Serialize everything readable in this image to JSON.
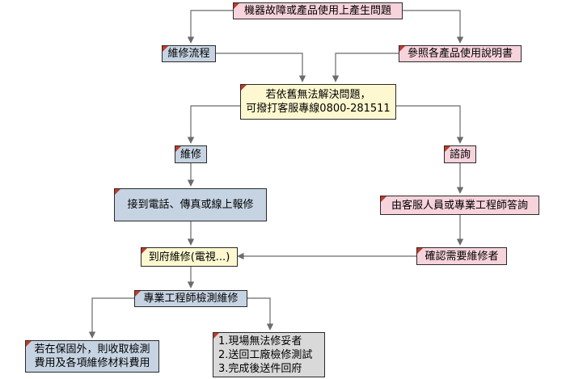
{
  "nodes": {
    "root": "機器故障或產品使用上產生問題",
    "repair_flow": "維修流程",
    "manual": "參照各產品使用說明書",
    "unsolved": [
      "若依舊無法解決問題，",
      "可撥打客服專線0800-281511"
    ],
    "repair": "維修",
    "consult": "諮詢",
    "report": "接到電話、傳真或線上報修",
    "answer": "由客服人員或專業工程師答詢",
    "onsite": "到府維修(電視...)",
    "confirm": "確認需要維修者",
    "engineer": "專業工程師檢測維修",
    "warranty": [
      "若在保固外，則收取檢測",
      "費用及各項維修材料費用"
    ],
    "steps": [
      "1.現場無法修妥者",
      "2.送回工廠檢修測試",
      "3.完成後送件回府"
    ]
  },
  "colors": {
    "pink": "#f7d3dc",
    "blue": "#c6d3e2",
    "yellow": "#fdf8cf",
    "gray": "#d9d9d9",
    "connector": "#6b6b6b",
    "corner_marker": "#c0392b"
  }
}
